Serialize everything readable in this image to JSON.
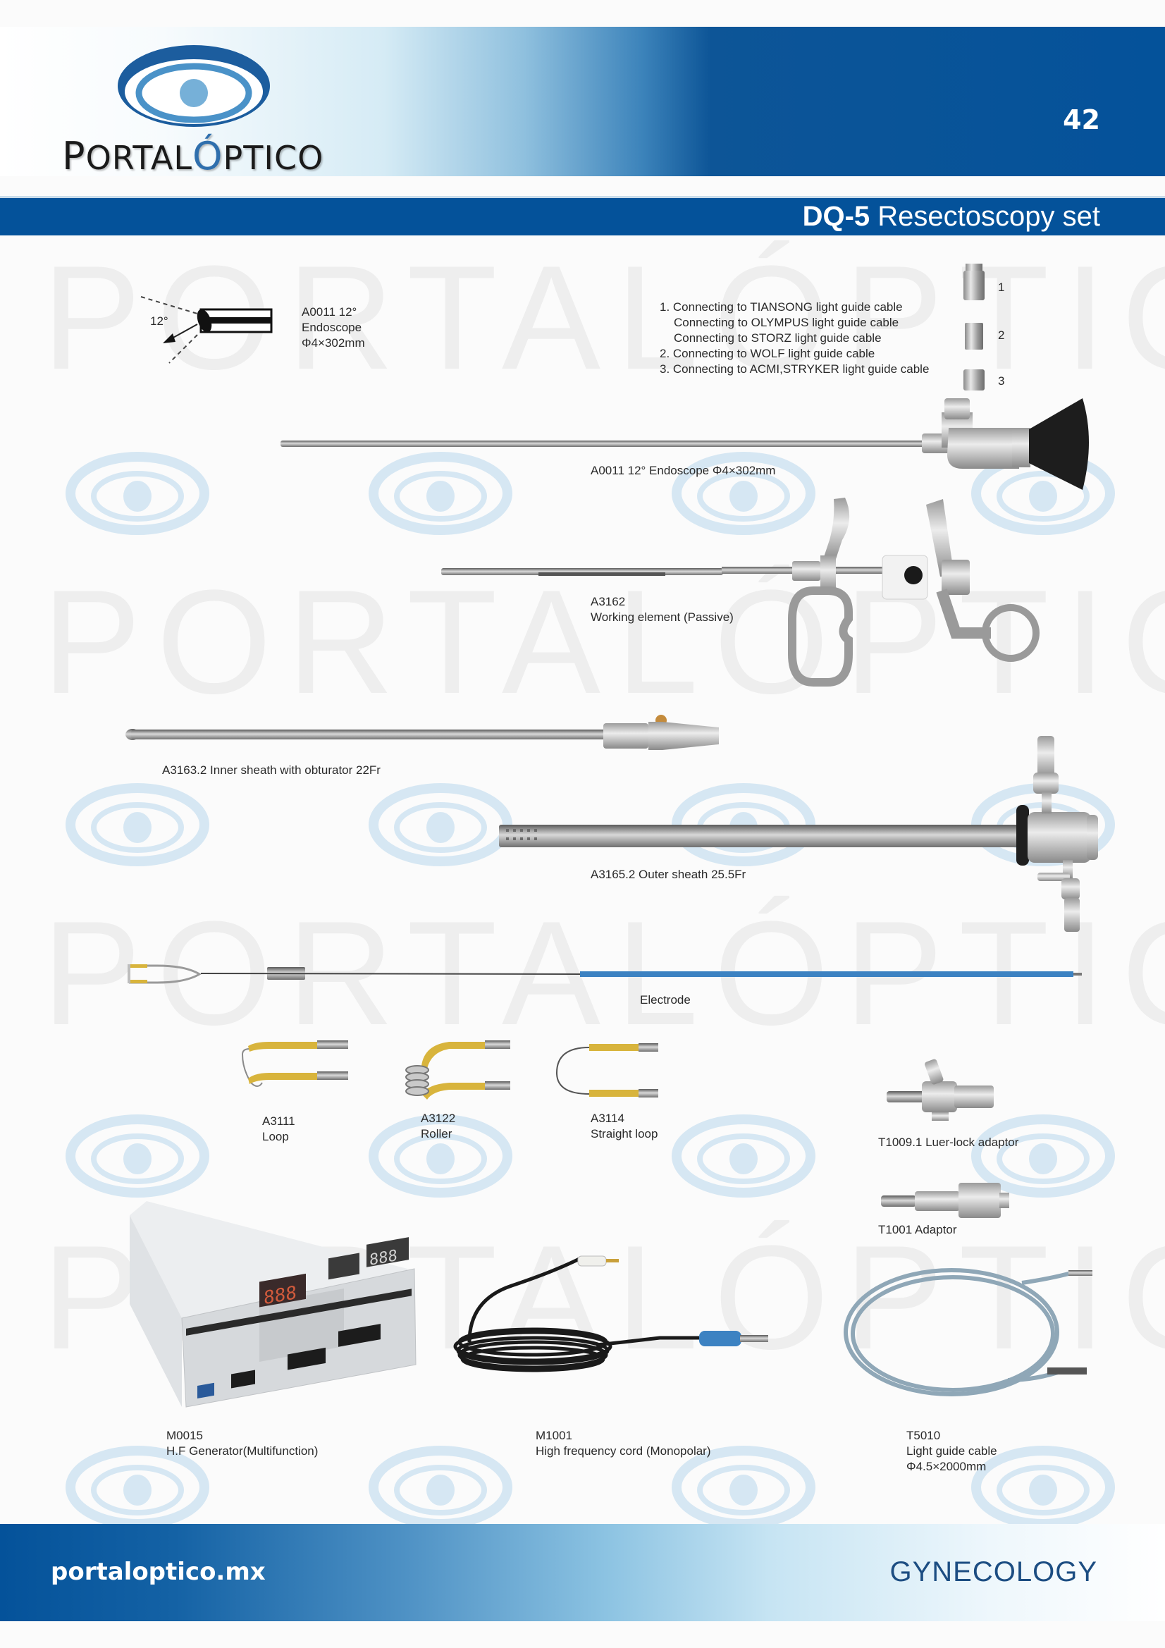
{
  "header": {
    "brand_prefix_cap": "P",
    "brand_prefix_rest": "ORTAL",
    "brand_suffix_cap": "Ó",
    "brand_suffix_rest": "PTICO",
    "page_number": "42",
    "colors": {
      "primary_blue": "#04529a",
      "light_blue": "#8cc3e2"
    }
  },
  "title_bar": {
    "model": "DQ-5",
    "title": " Resectoscopy set"
  },
  "watermark": {
    "text": "PORTALÓPTICO"
  },
  "diagram": {
    "angle_label": "12°",
    "code_line": "A0011 12°",
    "name_line": "Endoscope",
    "size_line": "Φ4×302mm"
  },
  "connectors": {
    "lines": [
      "1. Connecting to TIANSONG light guide cable",
      "Connecting to OLYMPUS light guide cable",
      "Connecting to STORZ light guide cable",
      "2. Connecting to WOLF light guide cable",
      "3. Connecting to ACMI,STRYKER light guide cable"
    ],
    "numbers": [
      "1",
      "2",
      "3"
    ]
  },
  "products": {
    "endoscope": {
      "label": "A0011 12°  Endoscope Φ4×302mm"
    },
    "working_element": {
      "code": "A3162",
      "name": "Working element (Passive)"
    },
    "inner_sheath": {
      "label": "A3163.2  Inner sheath with obturator  22Fr"
    },
    "outer_sheath": {
      "label": "A3165.2  Outer sheath 25.5Fr"
    },
    "electrode": {
      "label": "Electrode"
    },
    "loop": {
      "code": "A3111",
      "name": "Loop"
    },
    "roller": {
      "code": "A3122",
      "name": "Roller"
    },
    "straight_loop": {
      "code": "A3114",
      "name": "Straight loop"
    },
    "luer_lock": {
      "label": "T1009.1  Luer-lock adaptor"
    },
    "adaptor": {
      "label": "T1001  Adaptor"
    },
    "generator": {
      "code": "M0015",
      "name": "H.F Generator(Multifunction)",
      "display": "888"
    },
    "hf_cord": {
      "code": "M1001",
      "name": "High frequency cord (Monopolar)"
    },
    "light_cable": {
      "code": "T5010",
      "name": "Light guide cable",
      "size": "Φ4.5×2000mm"
    }
  },
  "footer": {
    "url": "portaloptico.mx",
    "category": "GYNECOLOGY"
  }
}
